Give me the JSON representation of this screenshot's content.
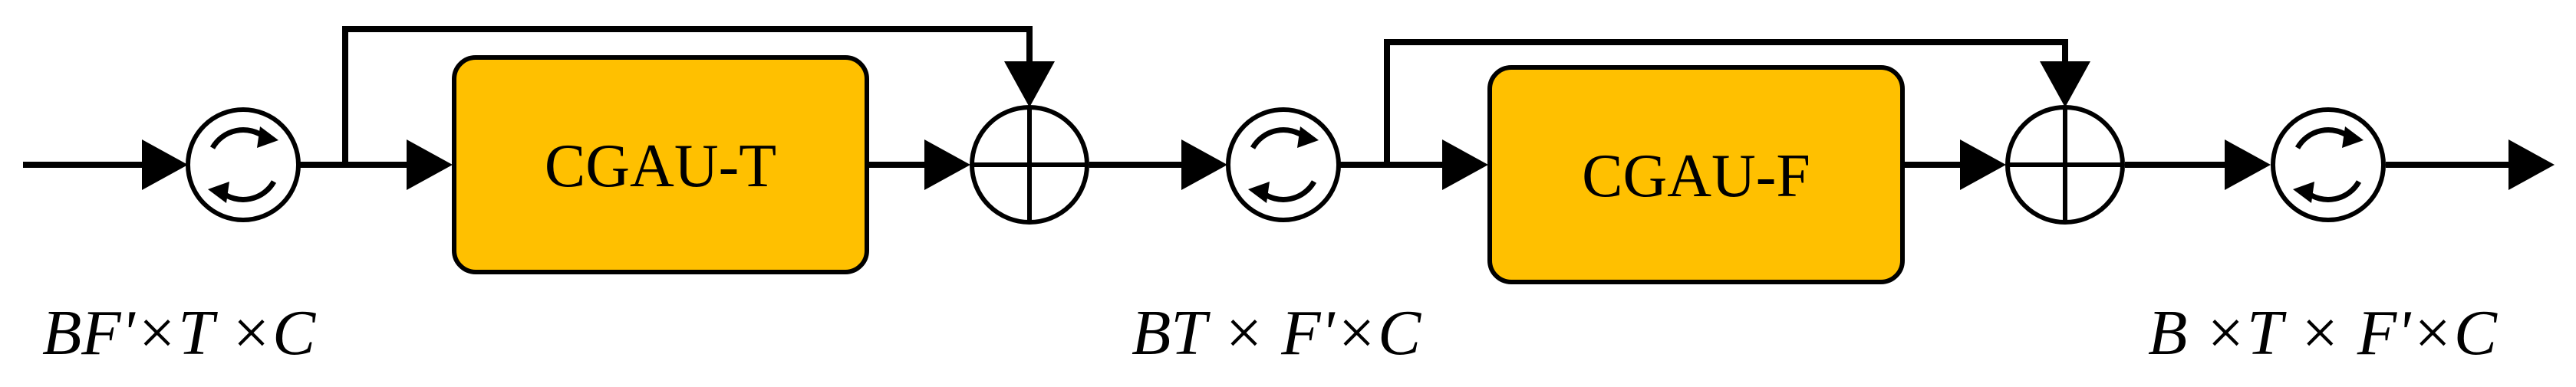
{
  "blocks": [
    {
      "label": "CGAU-T"
    },
    {
      "label": "CGAU-F"
    }
  ],
  "dimension_labels": [
    "BF'×T ×C",
    "BT × F'×C",
    "B ×T × F'×C"
  ],
  "colors": {
    "block_fill": "#FFC000",
    "block_stroke": "#000000",
    "line": "#000000",
    "background": "#FFFFFF"
  },
  "icons": {
    "permute": "circular-arrows-icon",
    "sum": "circle-plus-icon"
  }
}
